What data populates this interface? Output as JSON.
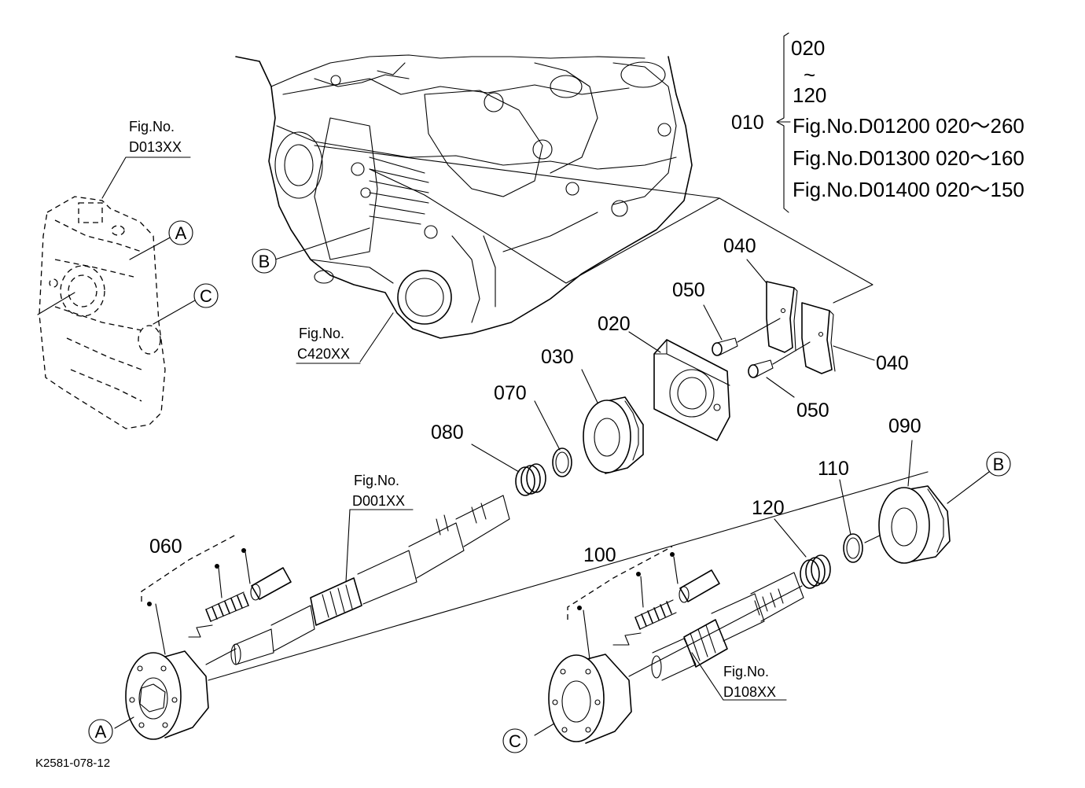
{
  "diagram": {
    "image_code": "K2581-078-12",
    "part_numbers": {
      "p010": "010",
      "p020": "020",
      "p030": "030",
      "p040a": "040",
      "p040b": "040",
      "p050a": "050",
      "p050b": "050",
      "p060": "060",
      "p070": "070",
      "p080": "080",
      "p090": "090",
      "p100": "100",
      "p110": "110",
      "p120": "120"
    },
    "bracket_note": {
      "range_start": "020",
      "range_mark": "~",
      "range_end": "120",
      "lines": [
        "Fig.No.D01200  020～260",
        "Fig.No.D01300  020～160",
        "Fig.No.D01400  020～150"
      ]
    },
    "figure_refs": [
      {
        "label": "Fig.No.",
        "code": "D013XX"
      },
      {
        "label": "Fig.No.",
        "code": "C420XX"
      },
      {
        "label": "Fig.No.",
        "code": "D001XX"
      },
      {
        "label": "Fig.No.",
        "code": "D108XX"
      }
    ],
    "callouts": [
      "A",
      "B",
      "C",
      "A",
      "B",
      "C"
    ]
  }
}
